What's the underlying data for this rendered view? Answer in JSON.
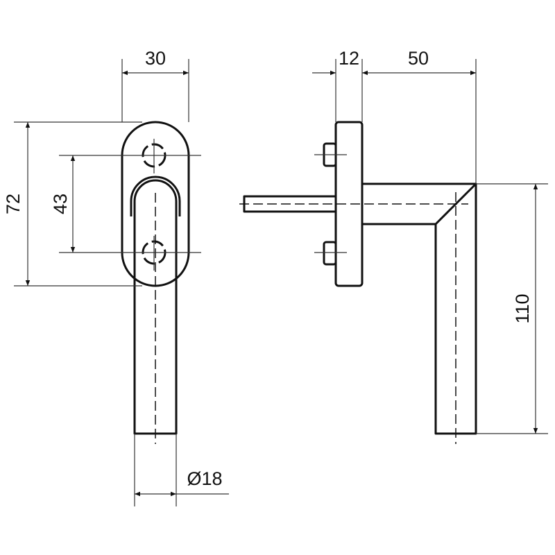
{
  "dimensions": {
    "rosette_width": "30",
    "rosette_height": "72",
    "hole_spacing": "43",
    "handle_diameter": "Ø18",
    "plate_thickness": "12",
    "handle_projection": "50",
    "handle_length": "110"
  },
  "colors": {
    "line": "#111111"
  }
}
